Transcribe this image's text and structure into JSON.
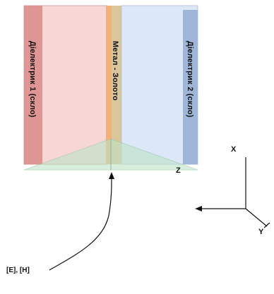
{
  "diagram": {
    "layers": [
      {
        "label": "Діелектрик 1 (скло)"
      },
      {
        "label": "Метал - Золото"
      },
      {
        "label": "Діелектрик 2 (скло)"
      }
    ],
    "axes": {
      "x": "X",
      "y": "Y",
      "z": "Z"
    },
    "field_label": "[E], [H]",
    "colors": {
      "dielectric1_fill": "#f6d7d6",
      "dielectric1_stripe": "#d98a88",
      "metal_fill": "#d9c79b",
      "metal_stripe": "#f0b27a",
      "dielectric2_fill": "#dce8f7",
      "dielectric2_stripe": "#9fb6d9",
      "beam": "#bfe3c6"
    }
  }
}
